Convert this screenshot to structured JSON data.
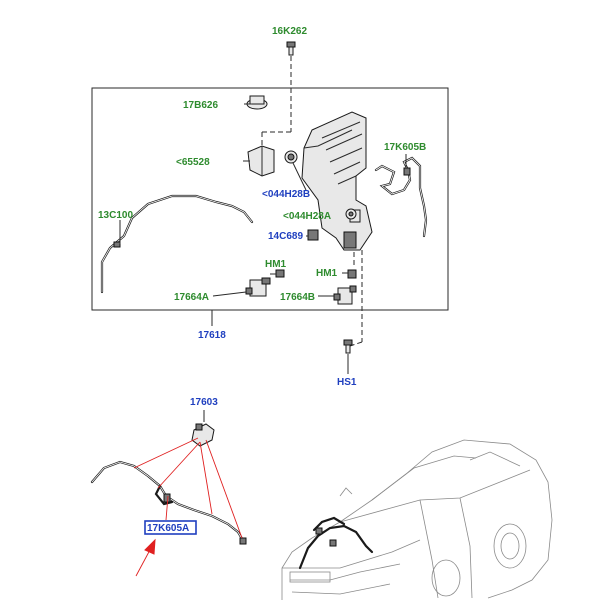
{
  "labels": {
    "part_16K262": "16K262",
    "part_17B626": "17B626",
    "part_65528": "<65528",
    "part_044H28B": "<044H28B",
    "part_044H28A": "<044H28A",
    "part_14C689": "14C689",
    "part_17K605B": "17K605B",
    "part_13C100": "13C100",
    "part_HM1_left": "HM1",
    "part_HM1_right": "HM1",
    "part_17664A": "17664A",
    "part_17664B": "17664B",
    "part_17618": "17618",
    "part_HS1": "HS1",
    "part_17603": "17603",
    "part_17K605A": "17K605A"
  },
  "colors": {
    "label_green": "#2e8b2e",
    "label_blue": "#1f3fbf",
    "highlight_box": "#1f3fbf",
    "arrow_red": "#e02020"
  },
  "highlighted_part": "17K605A"
}
